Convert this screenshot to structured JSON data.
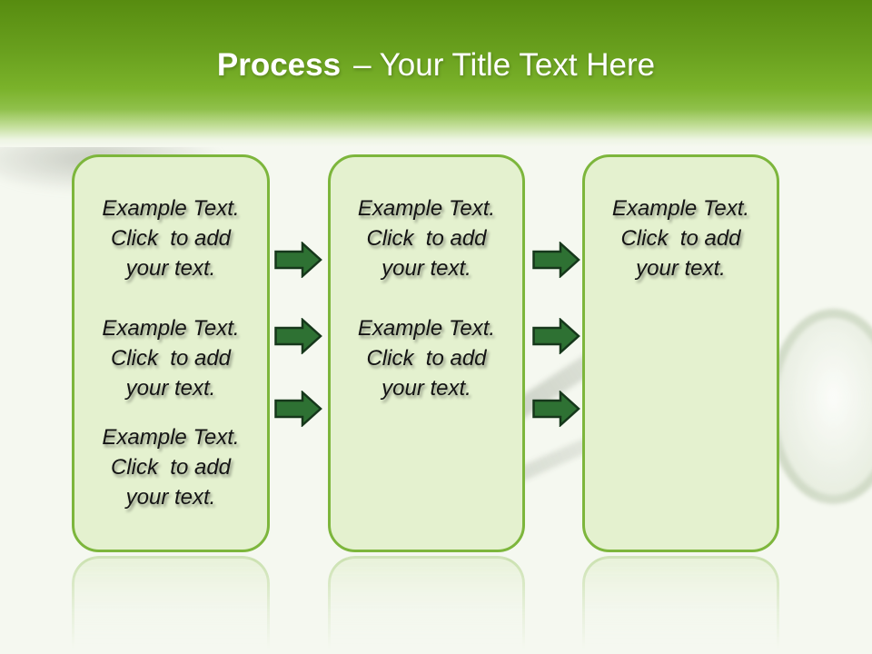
{
  "slide": {
    "title": {
      "bold": "Process",
      "rest": "– Your Title Text Here"
    },
    "columns": [
      {
        "name": "step-1",
        "paragraphs": [
          "Example Text.\nClick  to add\nyour text.",
          "Example Text.\nClick  to add\nyour text.",
          "Example Text.\nClick  to add\nyour text."
        ]
      },
      {
        "name": "step-2",
        "paragraphs": [
          "Example Text.\nClick  to add\nyour text.",
          "Example Text.\nClick  to add\nyour text."
        ]
      },
      {
        "name": "step-3",
        "paragraphs": [
          "Example Text.\nClick  to add\nyour text."
        ]
      }
    ],
    "arrows": {
      "icon": "arrow-right-icon",
      "columns": 2,
      "per_column": 3
    }
  },
  "colors": {
    "header_top": "#578c10",
    "header_mid": "#7ab22a",
    "slide_bg": "#f5f8f0",
    "box_fill": "#e4f1cf",
    "box_border": "#7db63c",
    "arrow_fill": "#2e7133",
    "arrow_stroke": "#16371b",
    "title_color": "#ffffff",
    "text_color": "#141414"
  }
}
